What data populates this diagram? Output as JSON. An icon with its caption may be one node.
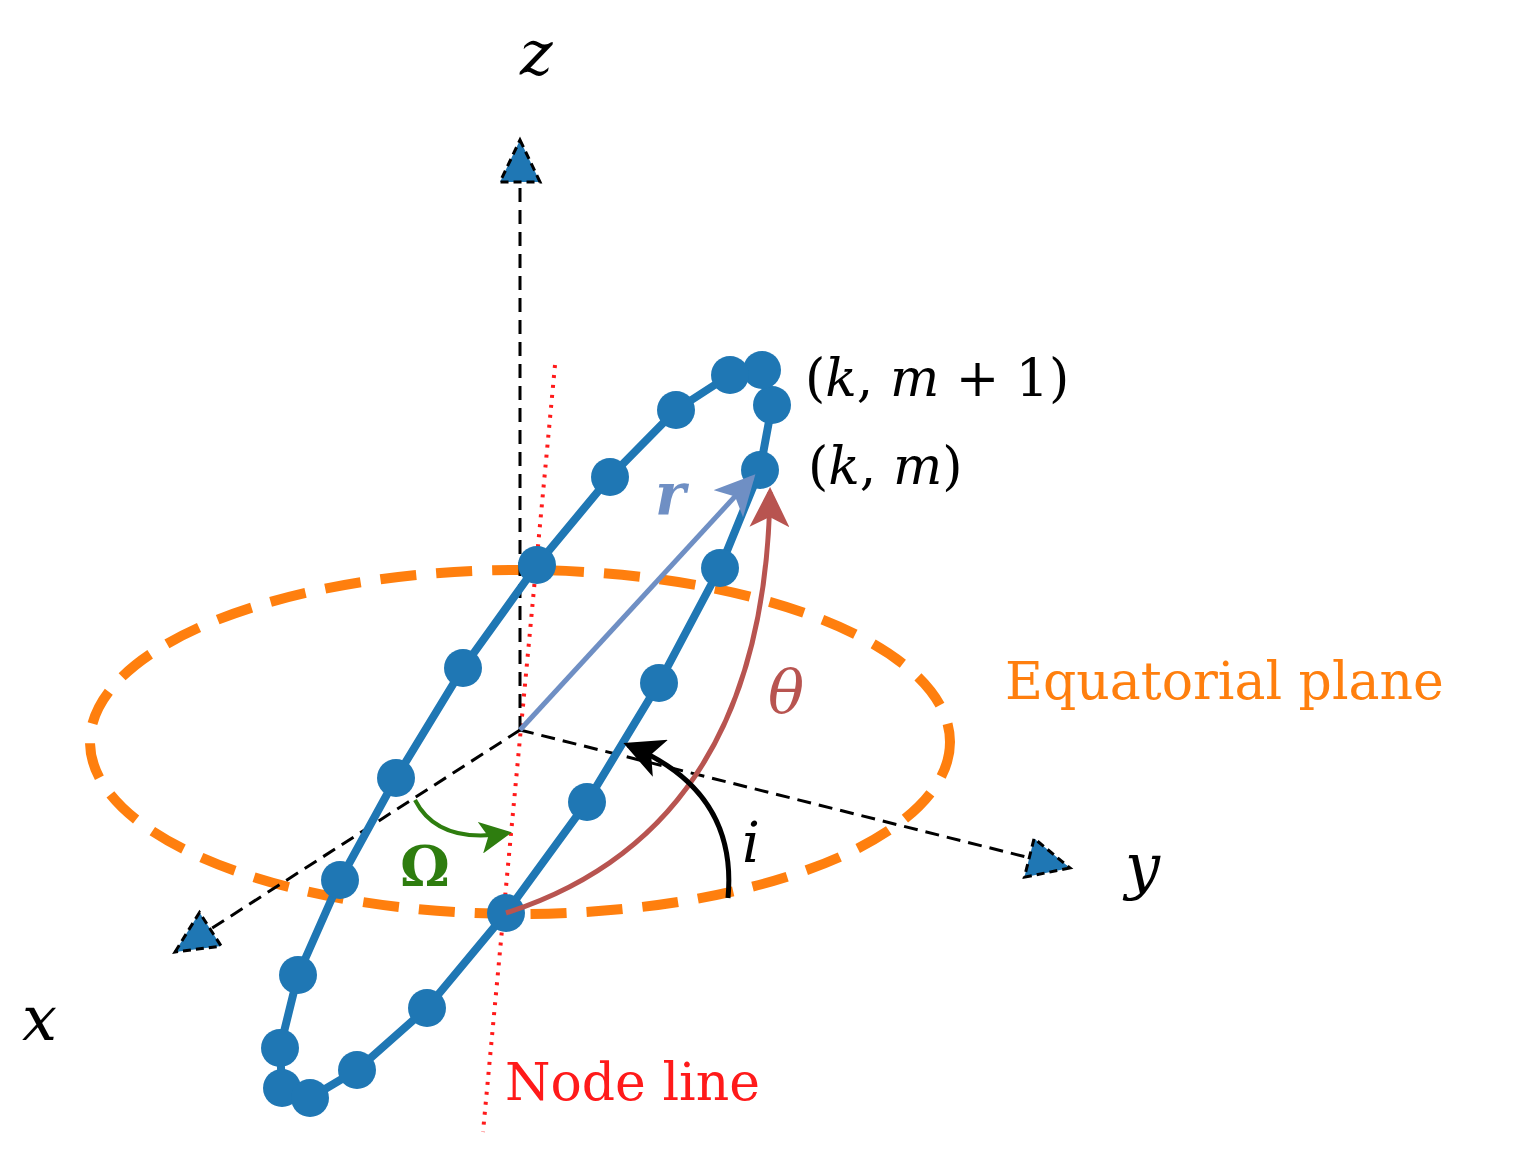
{
  "diagram": {
    "labels": [
      "z",
      "(*k*, *m* + 1)",
      "(*k*, *m*)",
      "r",
      "θ",
      "Equatorial plane",
      "i",
      "Ω",
      "y",
      "x",
      "Node line"
    ]
  }
}
